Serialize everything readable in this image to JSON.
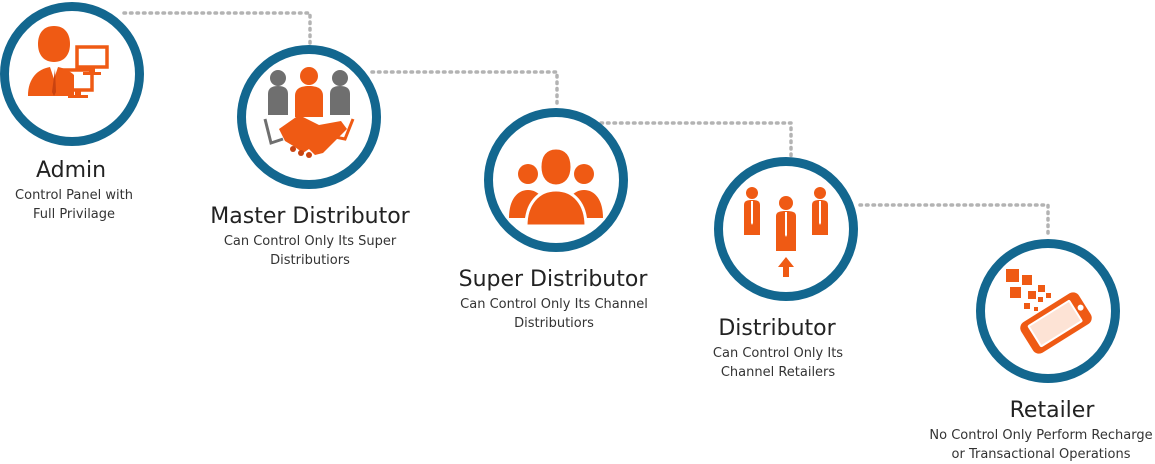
{
  "accent_color": "#13678f",
  "icon_color": "#ef5a14",
  "connector_color": "#b3b3b3",
  "nodes": [
    {
      "id": "admin",
      "title": "Admin",
      "desc_lines": [
        "Control Panel with",
        "Full Privilage"
      ],
      "icon": "admin-computer-icon"
    },
    {
      "id": "master-distributor",
      "title": "Master Distributor",
      "desc_lines": [
        "Can Control Only Its Super",
        "Distributiors"
      ],
      "icon": "handshake-team-icon"
    },
    {
      "id": "super-distributor",
      "title": "Super Distributor",
      "desc_lines": [
        "Can Control Only Its Channel",
        "Distributiors"
      ],
      "icon": "user-group-icon"
    },
    {
      "id": "distributor",
      "title": "Distributor",
      "desc_lines": [
        "Can Control Only Its",
        "Channel Retailers"
      ],
      "icon": "team-upward-icon"
    },
    {
      "id": "retailer",
      "title": "Retailer",
      "desc_lines": [
        "No Control Only Perform Recharge",
        "or Transactional Operations"
      ],
      "icon": "mobile-phone-icon"
    }
  ]
}
